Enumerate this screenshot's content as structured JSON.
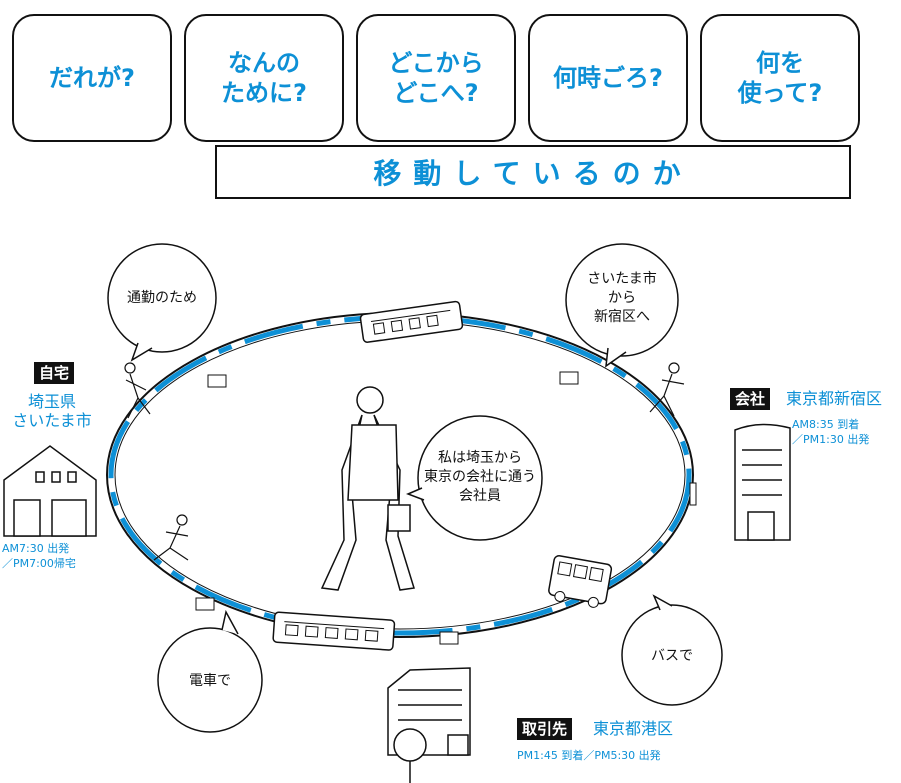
{
  "questions": [
    {
      "text": "だれが?"
    },
    {
      "text": "なんの\nために?"
    },
    {
      "text": "どこから\nどこへ?"
    },
    {
      "text": "何時ごろ?"
    },
    {
      "text": "何を\n使って?"
    }
  ],
  "banner": "移動しているのか",
  "bubbles": {
    "purpose": "通勤のため",
    "route": [
      "さいたま市",
      "から",
      "新宿区へ"
    ],
    "person": [
      "私は埼玉から",
      "東京の会社に通う",
      "会社員"
    ],
    "bus": "バスで",
    "train": "電車で"
  },
  "locations": {
    "home": {
      "badge": "自宅",
      "place": "埼玉県\nさいたま市",
      "times": "AM7:30 出発\n／PM7:00帰宅"
    },
    "office": {
      "badge": "会社",
      "place": "東京都新宿区",
      "times": "AM8:35 到着\n／PM1:30 出発"
    },
    "client": {
      "badge": "取引先",
      "place": "東京都港区",
      "times": "PM1:45 到着／PM5:30 出発"
    }
  },
  "colors": {
    "accent": "#0d90d6",
    "ink": "#111111"
  }
}
